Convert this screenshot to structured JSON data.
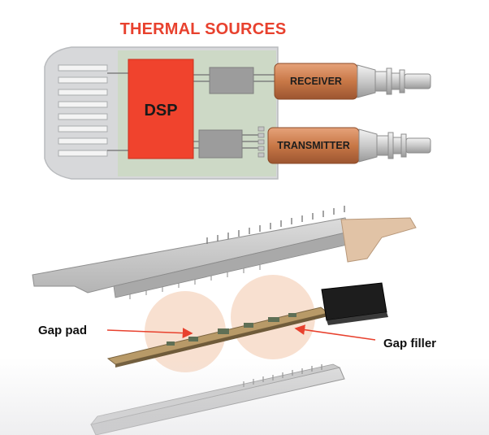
{
  "title": "THERMAL SOURCES",
  "module": {
    "dsp_label": "DSP",
    "receiver_label": "RECEIVER",
    "transmitter_label": "TRANSMITTER"
  },
  "annotations": {
    "gap_pad": "Gap pad",
    "gap_filler": "Gap filler"
  },
  "colors": {
    "title": "#e8412e",
    "dsp": "#f0432d",
    "board": "#cdd9c6",
    "copper": "#c87847",
    "arrow": "#e8412e",
    "highlight": "#f6d8c4"
  }
}
